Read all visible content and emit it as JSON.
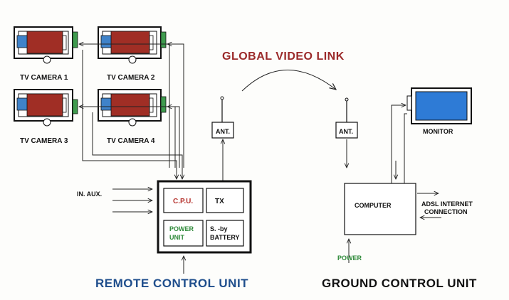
{
  "cameras": [
    {
      "label": "TV CAMERA 1"
    },
    {
      "label": "TV CAMERA 2"
    },
    {
      "label": "TV CAMERA 3"
    },
    {
      "label": "TV CAMERA 4"
    }
  ],
  "link_title": "GLOBAL VIDEO LINK",
  "remote": {
    "antenna": "ANT.",
    "cpu": "C.P.U.",
    "tx": "TX",
    "power_unit_line1": "POWER",
    "power_unit_line2": "UNIT",
    "battery_line1": "S. -by",
    "battery_line2": "BATTERY",
    "in_aux": "IN. AUX.",
    "title": "REMOTE CONTROL UNIT"
  },
  "ground": {
    "antenna": "ANT.",
    "computer": "COMPUTER",
    "monitor": "MONITOR",
    "adsl_line1": "ADSL INTERNET",
    "adsl_line2": "CONNECTION",
    "power": "POWER",
    "title": "GROUND CONTROL UNIT"
  },
  "colors": {
    "camera_body": "#a02e25",
    "camera_lens": "#3f82c9",
    "camera_connector": "#3f9b4e",
    "link_title": "#9b2a2a",
    "cpu_text": "#b5312c",
    "power_text": "#2f8a3a",
    "remote_title": "#1f4e8c",
    "ground_title": "#111111",
    "monitor_screen": "#2e7bd6"
  }
}
